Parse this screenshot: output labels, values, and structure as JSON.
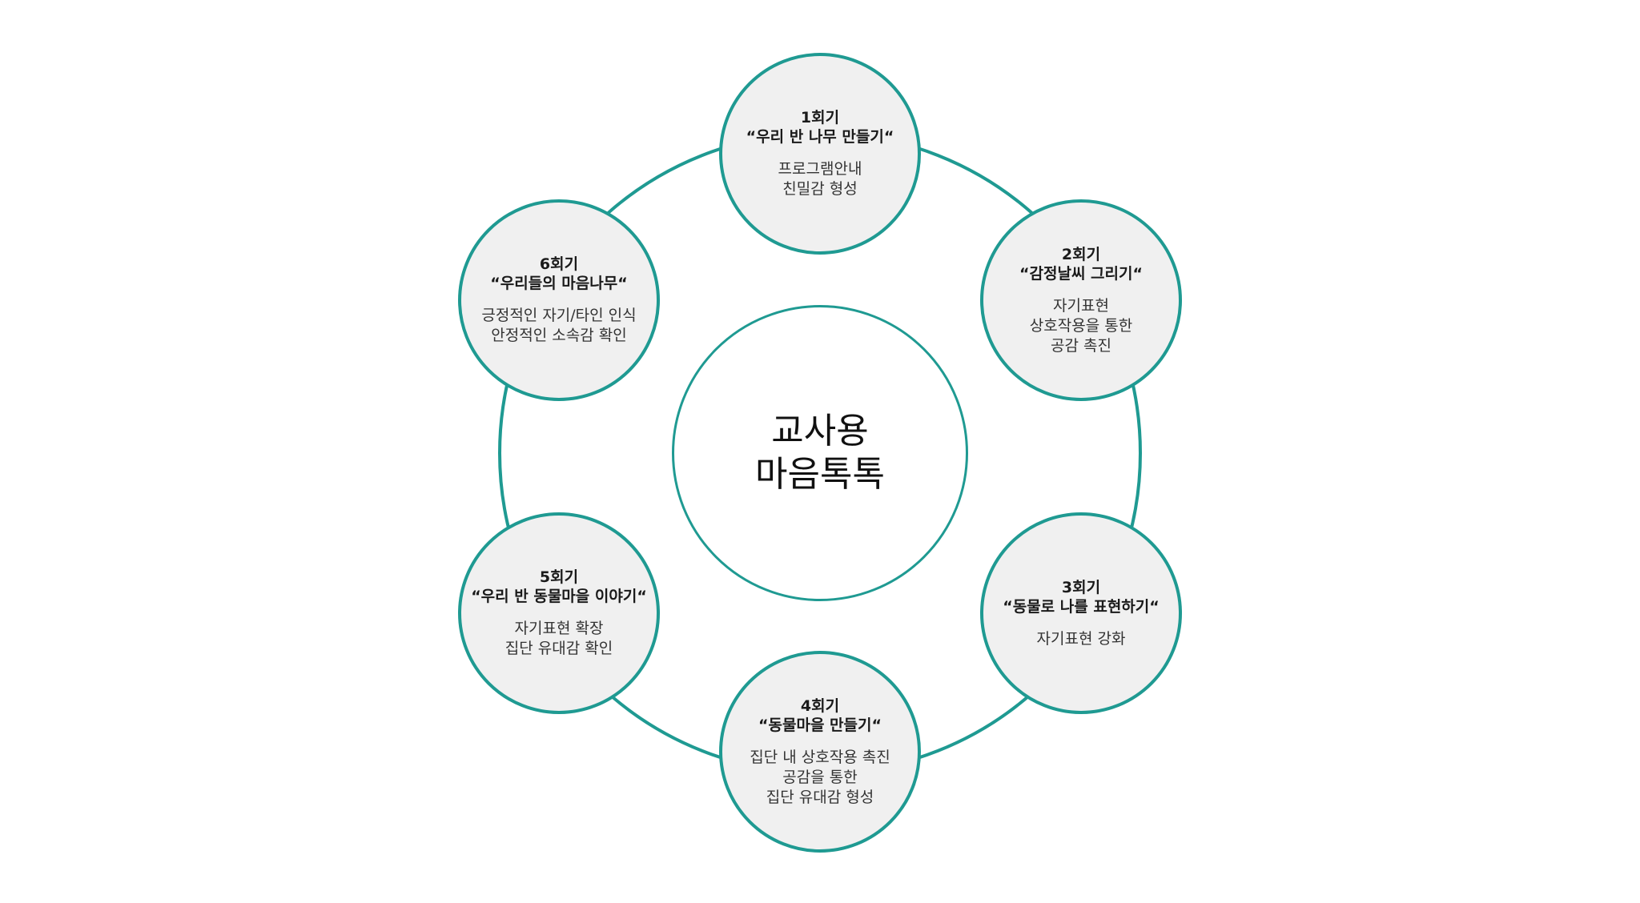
{
  "center": {
    "title_lines": [
      "교사용",
      "마음톡톡"
    ]
  },
  "colors": {
    "ring": "#1f9a92",
    "node_fill": "#f0f0f0",
    "center_fill": "#ffffff"
  },
  "sessions": [
    {
      "session": "1회기",
      "title": "“우리 반 나무 만들기“",
      "desc": [
        "프로그램안내",
        "친밀감 형성"
      ]
    },
    {
      "session": "2회기",
      "title": "“감정날씨 그리기“",
      "desc": [
        "자기표현",
        "상호작용을 통한",
        "공감 촉진"
      ]
    },
    {
      "session": "3회기",
      "title": "“동물로 나를 표현하기“",
      "desc": [
        "자기표현 강화"
      ]
    },
    {
      "session": "4회기",
      "title": "“동물마을 만들기“",
      "desc": [
        "집단 내 상호작용 촉진",
        "공감을 통한",
        "집단 유대감 형성"
      ]
    },
    {
      "session": "5회기",
      "title": "“우리 반 동물마을 이야기“",
      "desc": [
        "자기표현 확장",
        "집단 유대감 확인"
      ]
    },
    {
      "session": "6회기",
      "title": "“우리들의 마음나무“",
      "desc": [
        "긍정적인 자기/타인 인식",
        "안정적인 소속감 확인"
      ]
    }
  ]
}
